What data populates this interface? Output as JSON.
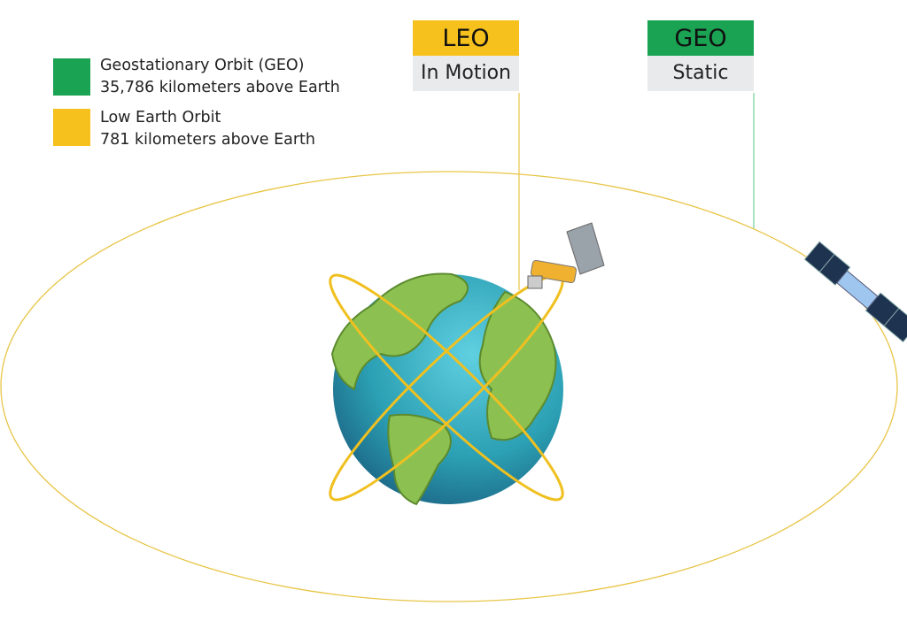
{
  "legend": [
    {
      "color": "#1aa352",
      "title": "Geostationary Orbit (GEO)",
      "detail": "35,786 kilometers above Earth"
    },
    {
      "color": "#f6c11c",
      "title": "Low Earth Orbit",
      "detail": "781 kilometers above Earth"
    }
  ],
  "tags": {
    "leo": {
      "title": "LEO",
      "subtitle": "In Motion",
      "color": "#f6c11c"
    },
    "geo": {
      "title": "GEO",
      "subtitle": "Static",
      "color": "#1aa352"
    }
  }
}
